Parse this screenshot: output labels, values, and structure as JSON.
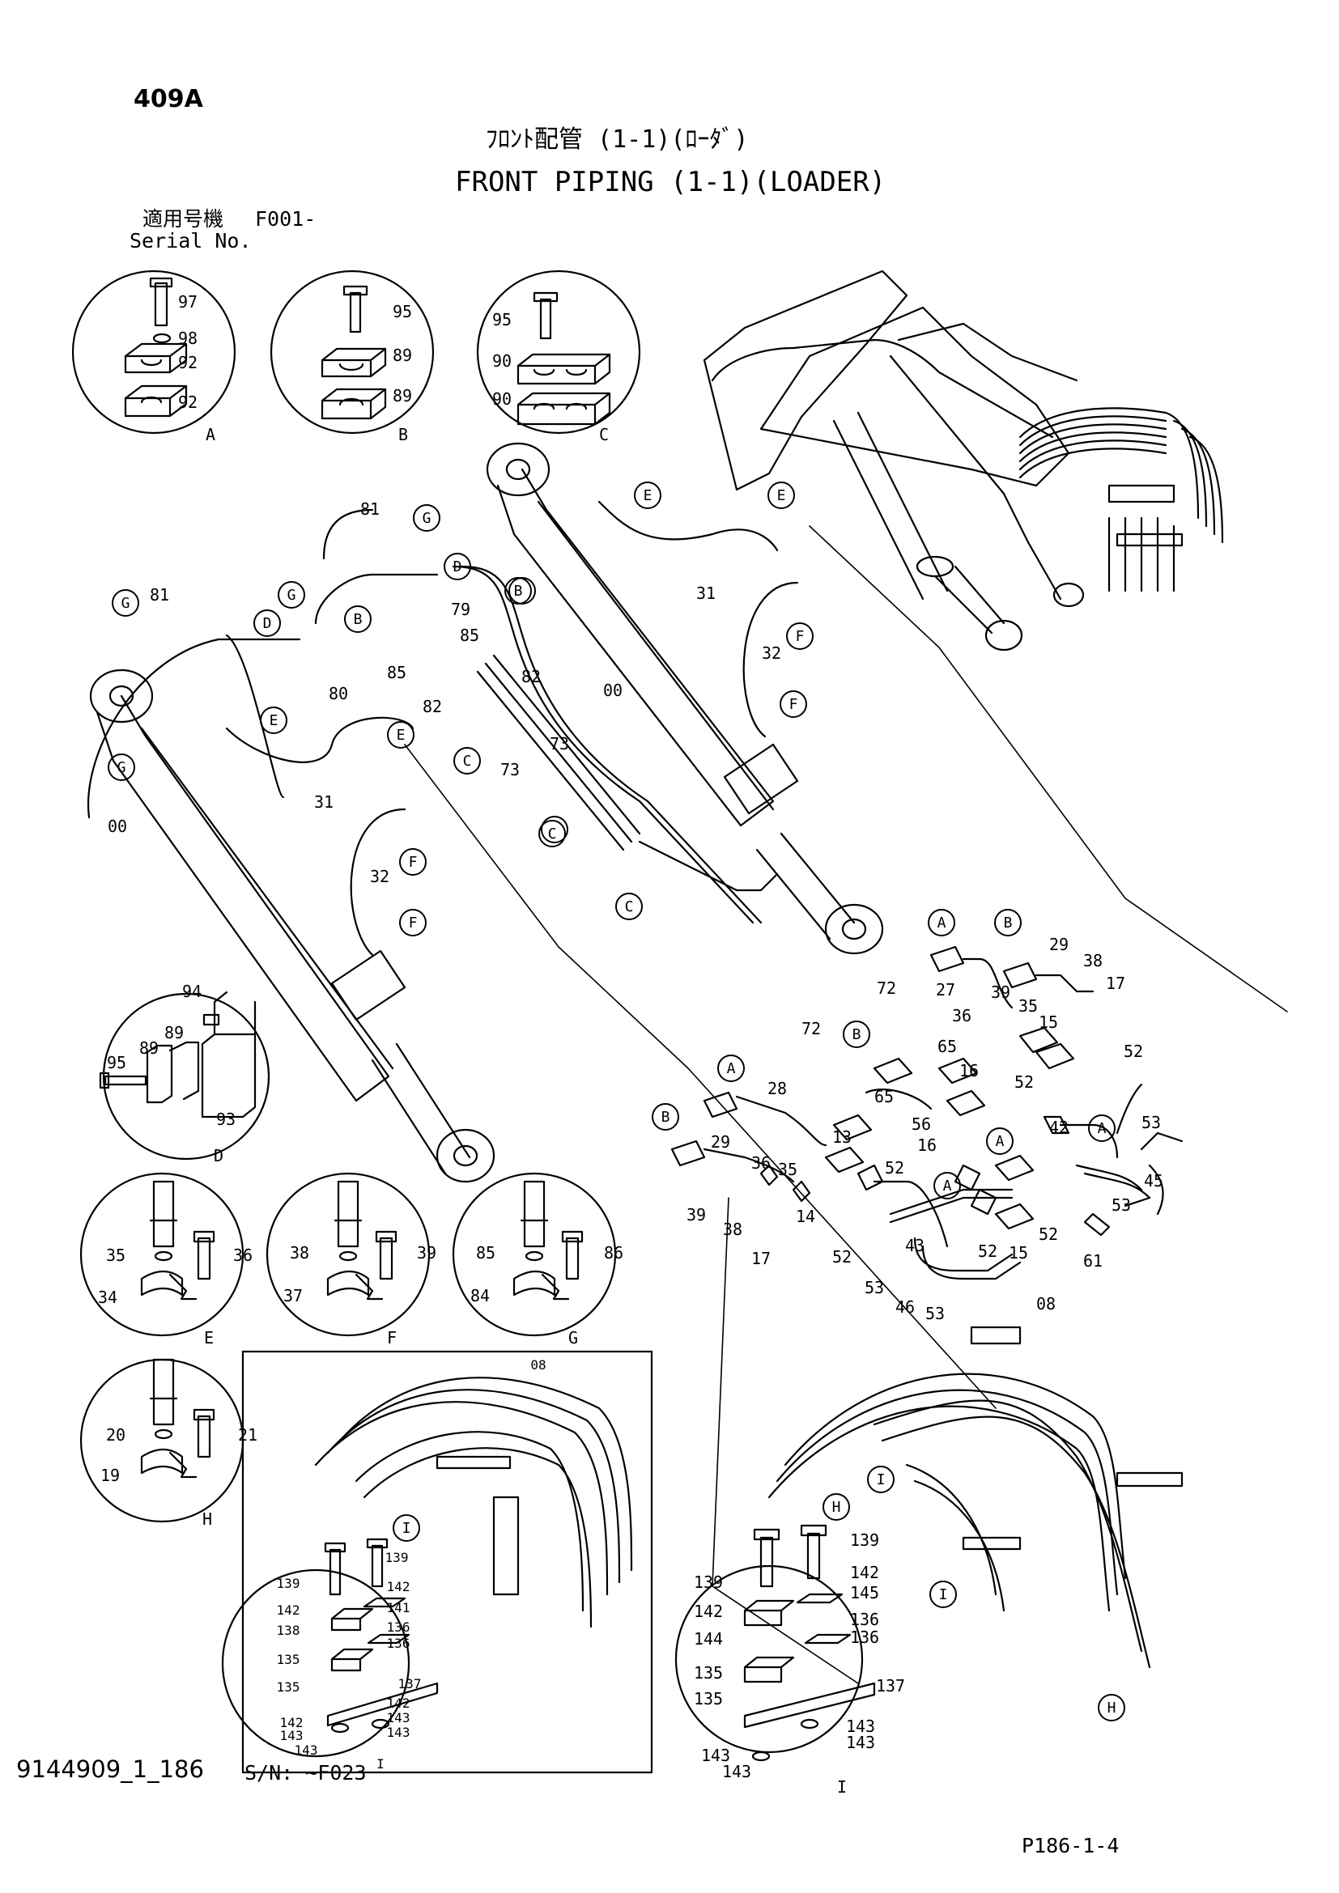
{
  "header": {
    "page_code": "409A",
    "title_jp": "ﾌﾛﾝﾄ配管 (1-1)(ﾛｰﾀﾞ)",
    "title_en": "FRONT PIPING (1-1)(LOADER)",
    "serial_label_jp": "適用号機",
    "serial_label_en": "Serial No.",
    "serial_value": "F001-"
  },
  "footer": {
    "doc_code": "9144909_1_186",
    "sn_range": "S/N: ~F023",
    "page_ref": "P186-1-4"
  },
  "detail_views": [
    {
      "letter": "A",
      "parts": [
        "97",
        "98",
        "92",
        "92"
      ]
    },
    {
      "letter": "B",
      "parts": [
        "95",
        "89",
        "89"
      ]
    },
    {
      "letter": "C",
      "parts": [
        "95",
        "90",
        "90"
      ]
    },
    {
      "letter": "D",
      "parts": [
        "94",
        "95",
        "89",
        "89",
        "93"
      ]
    },
    {
      "letter": "E",
      "parts": [
        "35",
        "36",
        "34"
      ]
    },
    {
      "letter": "F",
      "parts": [
        "38",
        "39",
        "37"
      ]
    },
    {
      "letter": "G",
      "parts": [
        "85",
        "86",
        "84"
      ]
    },
    {
      "letter": "H",
      "parts": [
        "20",
        "21",
        "19"
      ]
    },
    {
      "letter": "I",
      "parts": [
        "139",
        "139",
        "142",
        "142",
        "141",
        "138",
        "136",
        "135",
        "136",
        "135",
        "137",
        "142",
        "143",
        "142",
        "143",
        "143",
        "143"
      ]
    },
    {
      "letter": "I",
      "parts": [
        "139",
        "139",
        "142",
        "142",
        "145",
        "144",
        "136",
        "136",
        "135",
        "135",
        "137",
        "143",
        "143",
        "143",
        "143"
      ]
    }
  ],
  "callout_letters": [
    "A",
    "B",
    "C",
    "D",
    "E",
    "F",
    "G",
    "H",
    "I"
  ],
  "part_numbers": [
    "00",
    "08",
    "13",
    "14",
    "15",
    "16",
    "17",
    "27",
    "28",
    "29",
    "31",
    "32",
    "35",
    "36",
    "38",
    "39",
    "42",
    "43",
    "45",
    "46",
    "52",
    "53",
    "56",
    "61",
    "65",
    "72",
    "73",
    "79",
    "80",
    "81",
    "82",
    "85",
    "86"
  ]
}
